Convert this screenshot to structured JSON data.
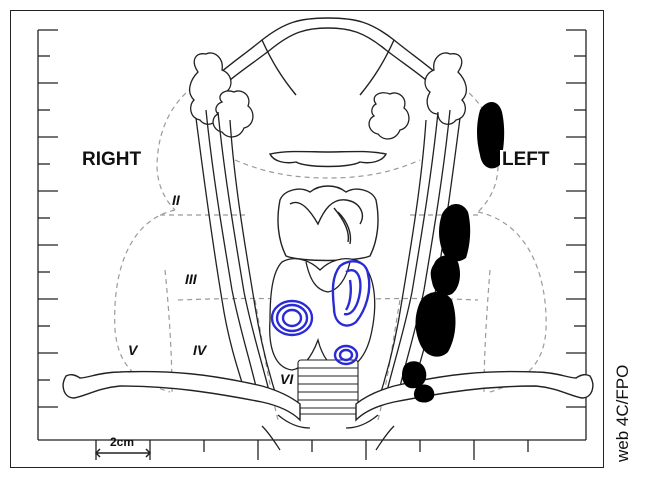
{
  "labels": {
    "right": "RIGHT",
    "left": "LEFT"
  },
  "levels": {
    "ii": "II",
    "iii": "III",
    "iv": "IV",
    "v": "V",
    "vi": "VI"
  },
  "scale_bar": {
    "label": "2cm"
  },
  "watermark": "web 4C/FPO",
  "colors": {
    "outline": "#222222",
    "dashed": "#9a9a9a",
    "blue_annotation": "#2b2bd6",
    "black_annotation": "#000000"
  }
}
